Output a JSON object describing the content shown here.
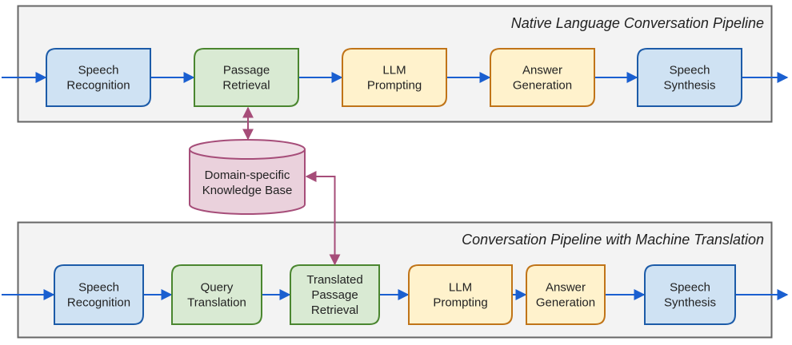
{
  "colors": {
    "panel_fill": "#f3f3f3",
    "panel_stroke": "#666666",
    "flow_arrow": "#1a5fd0",
    "kb_arrow": "#a64d79",
    "blue_fill": "#cfe2f3",
    "blue_stroke": "#1c5ba8",
    "green_fill": "#d9ead3",
    "green_stroke": "#4a862f",
    "orange_fill": "#fff2cc",
    "orange_stroke": "#c07418",
    "kb_fill": "#ead1dc",
    "kb_stroke": "#a64d79"
  },
  "pipelines": [
    {
      "title": "Native Language Conversation Pipeline",
      "nodes": [
        {
          "lines": [
            "Speech",
            "Recognition"
          ],
          "kind": "blue"
        },
        {
          "lines": [
            "Passage",
            "Retrieval"
          ],
          "kind": "green"
        },
        {
          "lines": [
            "LLM",
            "Prompting"
          ],
          "kind": "orange"
        },
        {
          "lines": [
            "Answer",
            "Generation"
          ],
          "kind": "orange"
        },
        {
          "lines": [
            "Speech",
            "Synthesis"
          ],
          "kind": "blue"
        }
      ]
    },
    {
      "title": "Conversation Pipeline with Machine Translation",
      "nodes": [
        {
          "lines": [
            "Speech",
            "Recognition"
          ],
          "kind": "blue"
        },
        {
          "lines": [
            "Query",
            "Translation"
          ],
          "kind": "green"
        },
        {
          "lines": [
            "Translated",
            "Passage",
            "Retrieval"
          ],
          "kind": "green"
        },
        {
          "lines": [
            "LLM",
            "Prompting"
          ],
          "kind": "orange"
        },
        {
          "lines": [
            "Answer",
            "Generation"
          ],
          "kind": "orange"
        },
        {
          "lines": [
            "Speech",
            "Synthesis"
          ],
          "kind": "blue"
        }
      ]
    }
  ],
  "knowledge_base": {
    "lines": [
      "Domain-specific",
      "Knowledge Base"
    ],
    "connects_to": [
      {
        "pipeline": 0,
        "node": 1,
        "direction": "bidirectional"
      },
      {
        "pipeline": 1,
        "node": 2,
        "direction": "bidirectional"
      }
    ]
  }
}
